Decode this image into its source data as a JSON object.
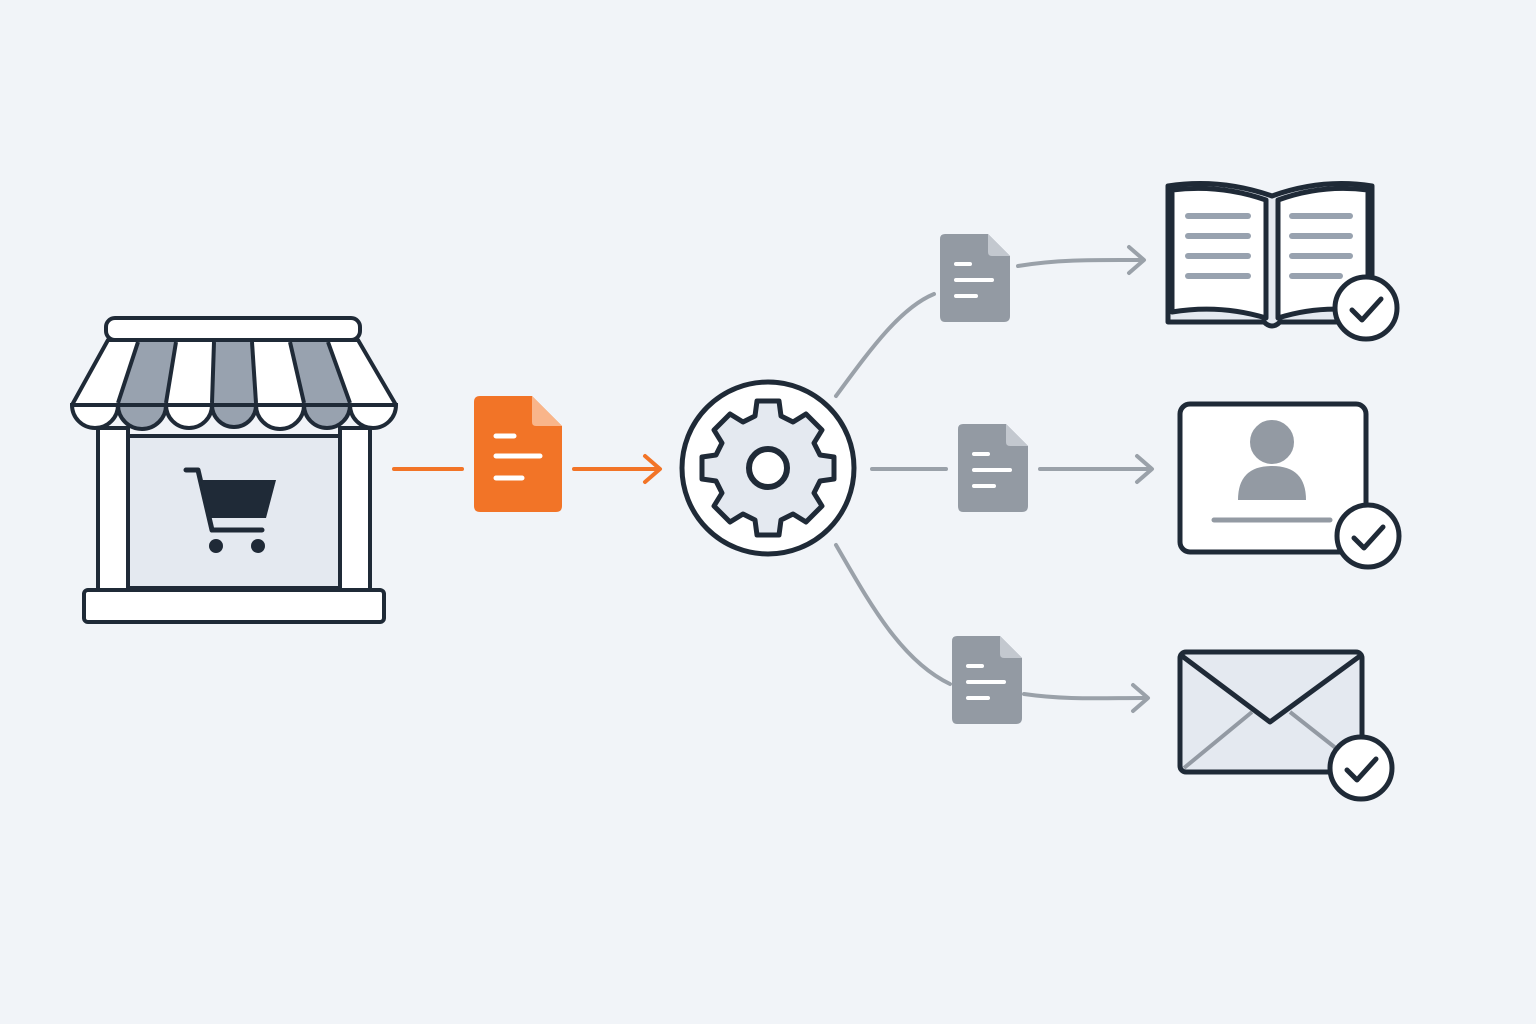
{
  "diagram": {
    "colors": {
      "background": "#f1f4f8",
      "outline": "#1f2a37",
      "accent": "#f27427",
      "connector": "#9aa1a9",
      "doc_gray": "#939aa3",
      "stripe": "#98a2af",
      "light_fill": "#e4e9f0",
      "white": "#ffffff"
    },
    "nodes": [
      {
        "id": "storefront",
        "icon": "storefront-with-cart-icon",
        "role": "source"
      },
      {
        "id": "order-document",
        "icon": "document-icon",
        "color": "accent"
      },
      {
        "id": "processor",
        "icon": "gear-icon",
        "role": "hub"
      },
      {
        "id": "doc-to-ledger",
        "icon": "document-icon",
        "color": "doc_gray"
      },
      {
        "id": "doc-to-profile",
        "icon": "document-icon",
        "color": "doc_gray"
      },
      {
        "id": "doc-to-email",
        "icon": "document-icon",
        "color": "doc_gray"
      },
      {
        "id": "ledger",
        "icon": "open-book-icon",
        "status": "check-icon"
      },
      {
        "id": "profile",
        "icon": "user-card-icon",
        "status": "check-icon"
      },
      {
        "id": "email",
        "icon": "envelope-icon",
        "status": "check-icon"
      }
    ],
    "edges": [
      {
        "from": "storefront",
        "to": "order-document",
        "color": "accent"
      },
      {
        "from": "order-document",
        "to": "processor",
        "color": "accent",
        "arrow": true
      },
      {
        "from": "processor",
        "to": "doc-to-ledger",
        "color": "connector"
      },
      {
        "from": "doc-to-ledger",
        "to": "ledger",
        "color": "connector",
        "arrow": true
      },
      {
        "from": "processor",
        "to": "doc-to-profile",
        "color": "connector"
      },
      {
        "from": "doc-to-profile",
        "to": "profile",
        "color": "connector",
        "arrow": true
      },
      {
        "from": "processor",
        "to": "doc-to-email",
        "color": "connector"
      },
      {
        "from": "doc-to-email",
        "to": "email",
        "color": "connector",
        "arrow": true
      }
    ]
  }
}
